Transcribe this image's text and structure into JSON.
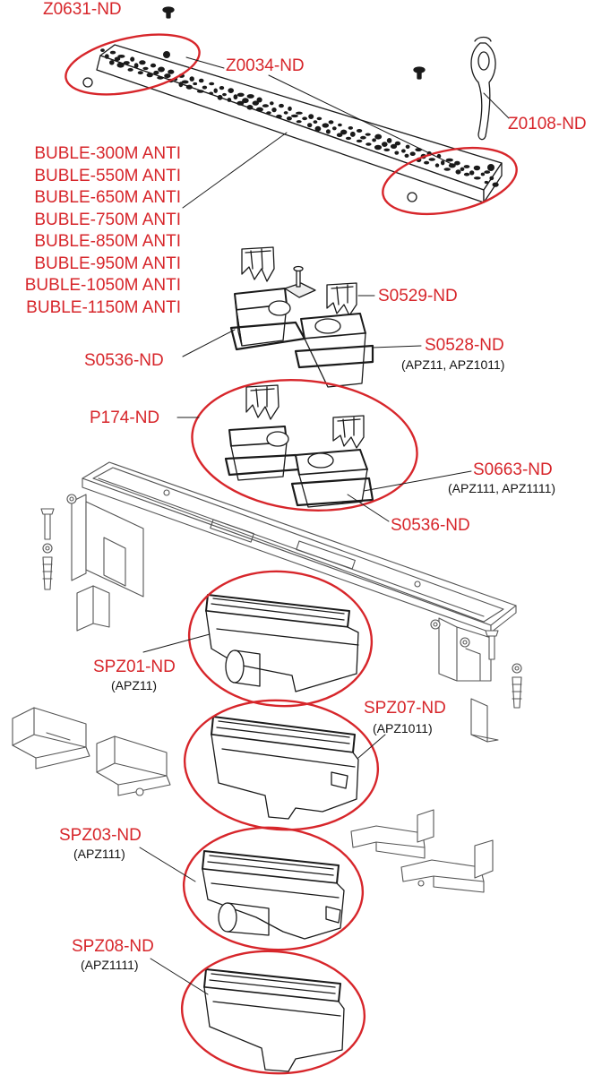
{
  "colors": {
    "label": "#d7262b",
    "line": "#1a1a1a",
    "highlight": "#d7262b"
  },
  "labels": {
    "z0631": "Z0631-ND",
    "z0034": "Z0034-ND",
    "z0108": "Z0108-ND",
    "s0529": "S0529-ND",
    "s0528": "S0528-ND",
    "s0528_sub": "(APZ11, APZ1011)",
    "s0536_top": "S0536-ND",
    "p174": "P174-ND",
    "s0663": "S0663-ND",
    "s0663_sub": "(APZ111, APZ1111)",
    "s0536_bottom": "S0536-ND",
    "spz01": "SPZ01-ND",
    "spz01_sub": "(APZ11)",
    "spz07": "SPZ07-ND",
    "spz07_sub": "(APZ1011)",
    "spz03": "SPZ03-ND",
    "spz03_sub": "(APZ111)",
    "spz08": "SPZ08-ND",
    "spz08_sub": "(APZ1111)"
  },
  "buble_models": [
    "BUBLE-300M ANTI",
    "BUBLE-550M ANTI",
    "BUBLE-650M ANTI",
    "BUBLE-750M ANTI",
    "BUBLE-850M ANTI",
    "BUBLE-950M ANTI",
    "BUBLE-1050M ANTI",
    "BUBLE-1150M ANTI"
  ]
}
